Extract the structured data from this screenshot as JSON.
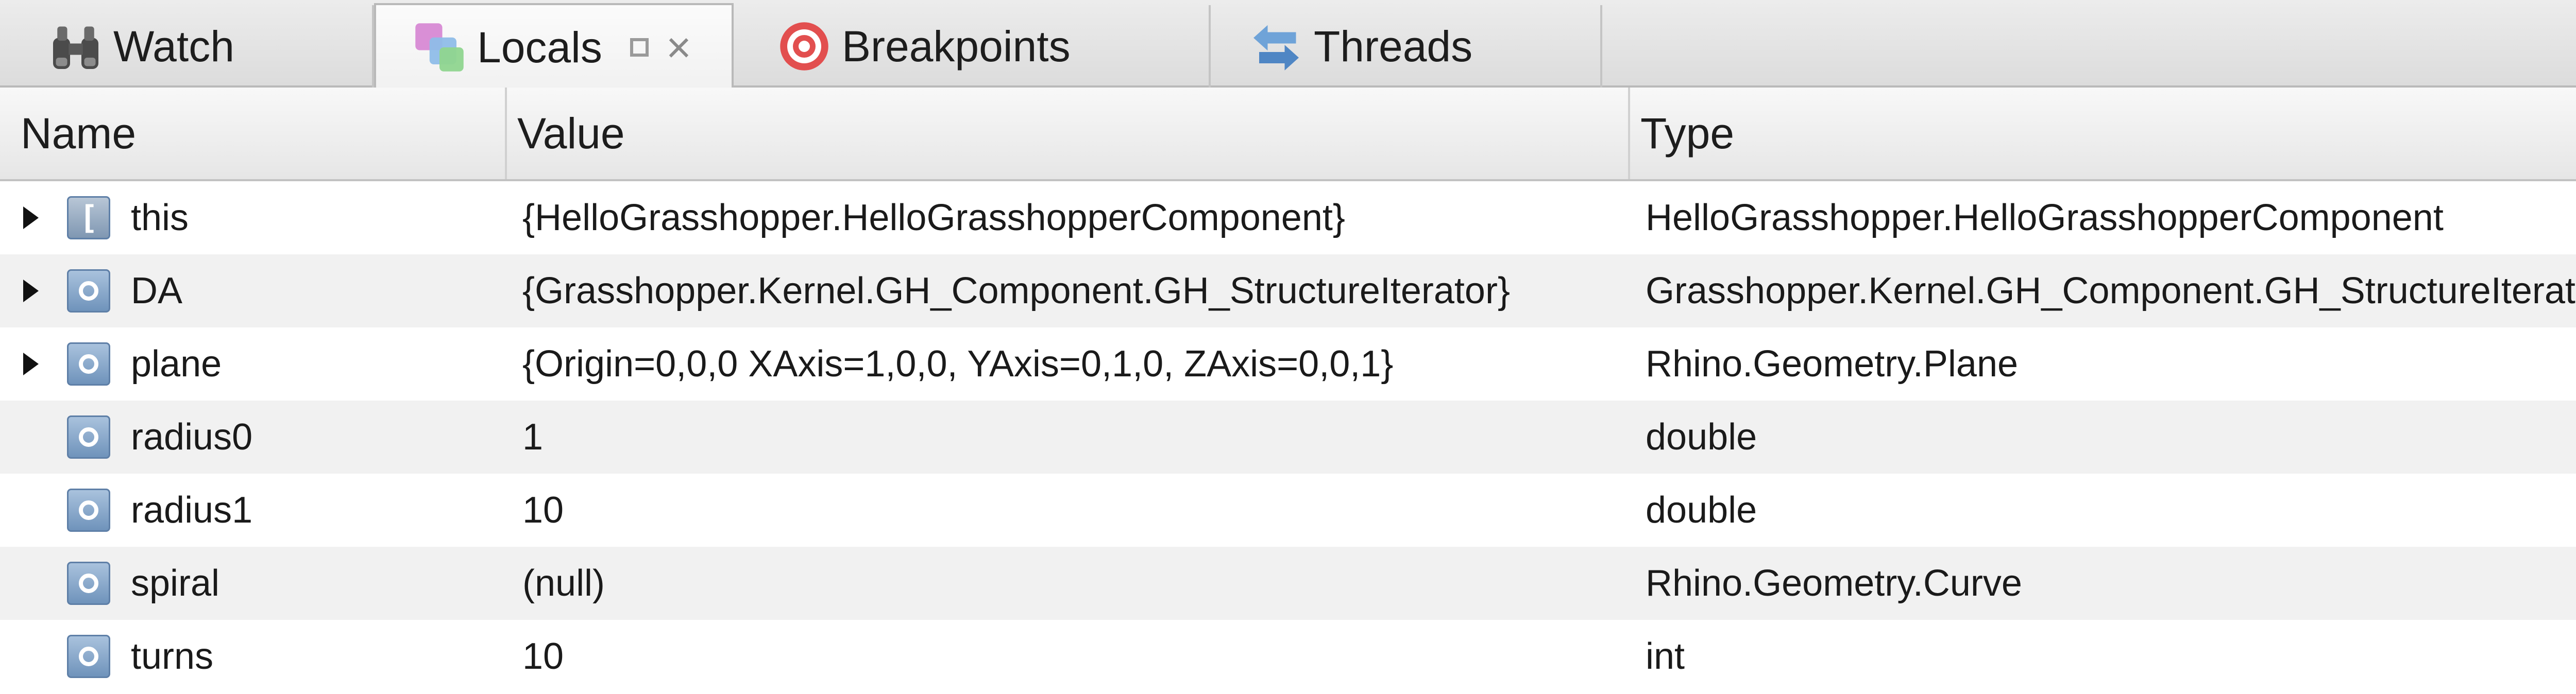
{
  "tabs": [
    {
      "label": "Watch",
      "icon": "binoculars-icon",
      "active": false
    },
    {
      "label": "Locals",
      "icon": "locals-icon",
      "active": true
    },
    {
      "label": "Breakpoints",
      "icon": "breakpoint-target-icon",
      "active": false
    },
    {
      "label": "Threads",
      "icon": "threads-arrows-icon",
      "active": false
    }
  ],
  "columns": {
    "name": "Name",
    "value": "Value",
    "type": "Type"
  },
  "rows": [
    {
      "name": "this",
      "value": "{HelloGrasshopper.HelloGrasshopperComponent}",
      "type": "HelloGrasshopper.HelloGrasshopperComponent",
      "expandable": true,
      "icon": "class-icon"
    },
    {
      "name": "DA",
      "value": "{Grasshopper.Kernel.GH_Component.GH_StructureIterator}",
      "type": "Grasshopper.Kernel.GH_Component.GH_StructureIterator",
      "expandable": true,
      "icon": "variable-icon"
    },
    {
      "name": "plane",
      "value": "{Origin=0,0,0 XAxis=1,0,0, YAxis=0,1,0, ZAxis=0,0,1}",
      "type": "Rhino.Geometry.Plane",
      "expandable": true,
      "icon": "variable-icon"
    },
    {
      "name": "radius0",
      "value": "1",
      "type": "double",
      "expandable": false,
      "icon": "variable-icon"
    },
    {
      "name": "radius1",
      "value": "10",
      "type": "double",
      "expandable": false,
      "icon": "variable-icon"
    },
    {
      "name": "spiral",
      "value": "(null)",
      "type": "Rhino.Geometry.Curve",
      "expandable": false,
      "icon": "variable-icon"
    },
    {
      "name": "turns",
      "value": "10",
      "type": "int",
      "expandable": false,
      "icon": "variable-icon"
    }
  ]
}
